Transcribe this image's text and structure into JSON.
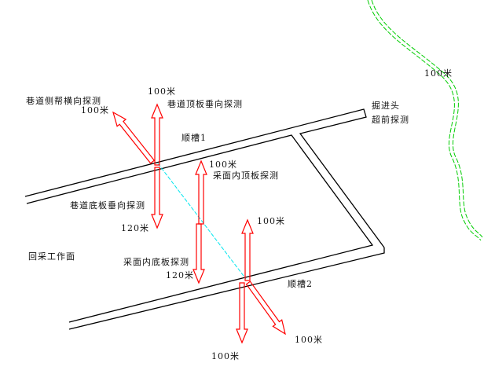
{
  "colors": {
    "roadway": "#000000",
    "arrow": "#ff0000",
    "section_line": "#00e5ee",
    "boundary": "#00cc00"
  },
  "labels": {
    "side_wall_title": "巷道侧帮横向探测",
    "side_wall_dist": "100米",
    "roof_dist": "100米",
    "roof_title": "巷道顶板垂向探测",
    "gateway1": "顺槽1",
    "face_roof_dist": "100米",
    "face_roof_title": "采面内顶板探测",
    "floor_title": "巷道底板垂向探测",
    "floor_dist": "120米",
    "working_face": "回采工作面",
    "face_floor_title": "采面内底板探测",
    "face_floor_dist": "120米",
    "g2_up_dist": "100米",
    "gateway2": "顺槽2",
    "g2_diag_dist": "100米",
    "g2_down_dist": "100米",
    "heading_line1": "掘进头",
    "heading_line2": "超前探测",
    "boundary_dist": "100米"
  }
}
